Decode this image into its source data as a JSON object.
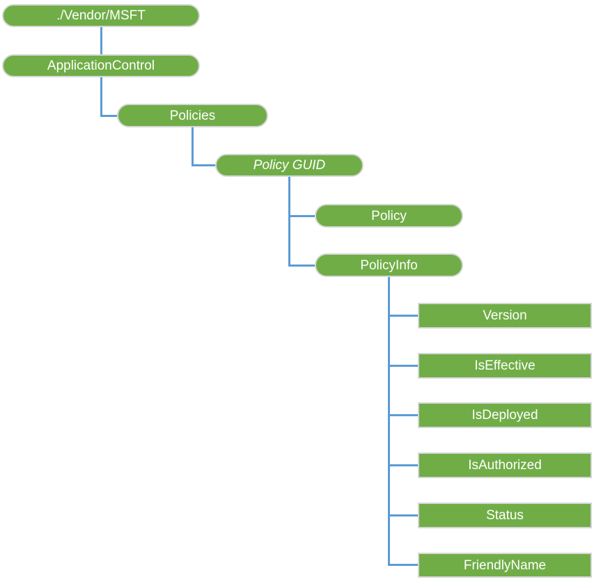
{
  "diagram": {
    "type": "tree",
    "nodes": [
      {
        "id": "vendor-msft",
        "label": "./Vendor/MSFT",
        "shape": "pill",
        "italic": false,
        "parent": null
      },
      {
        "id": "application-control",
        "label": "ApplicationControl",
        "shape": "pill",
        "italic": false,
        "parent": "vendor-msft"
      },
      {
        "id": "policies",
        "label": "Policies",
        "shape": "pill",
        "italic": false,
        "parent": "application-control"
      },
      {
        "id": "policy-guid",
        "label": "Policy GUID",
        "shape": "pill",
        "italic": true,
        "parent": "policies"
      },
      {
        "id": "policy",
        "label": "Policy",
        "shape": "pill",
        "italic": false,
        "parent": "policy-guid"
      },
      {
        "id": "policy-info",
        "label": "PolicyInfo",
        "shape": "pill",
        "italic": false,
        "parent": "policy-guid"
      },
      {
        "id": "version",
        "label": "Version",
        "shape": "rect",
        "italic": false,
        "parent": "policy-info"
      },
      {
        "id": "is-effective",
        "label": "IsEffective",
        "shape": "rect",
        "italic": false,
        "parent": "policy-info"
      },
      {
        "id": "is-deployed",
        "label": "IsDeployed",
        "shape": "rect",
        "italic": false,
        "parent": "policy-info"
      },
      {
        "id": "is-authorized",
        "label": "IsAuthorized",
        "shape": "rect",
        "italic": false,
        "parent": "policy-info"
      },
      {
        "id": "status",
        "label": "Status",
        "shape": "rect",
        "italic": false,
        "parent": "policy-info"
      },
      {
        "id": "friendly-name",
        "label": "FriendlyName",
        "shape": "rect",
        "italic": false,
        "parent": "policy-info"
      }
    ],
    "colors": {
      "node_fill": "#70AD47",
      "node_border": "#D6D6D6",
      "connector": "#5B9BD5",
      "text": "#FFFFFF"
    }
  }
}
